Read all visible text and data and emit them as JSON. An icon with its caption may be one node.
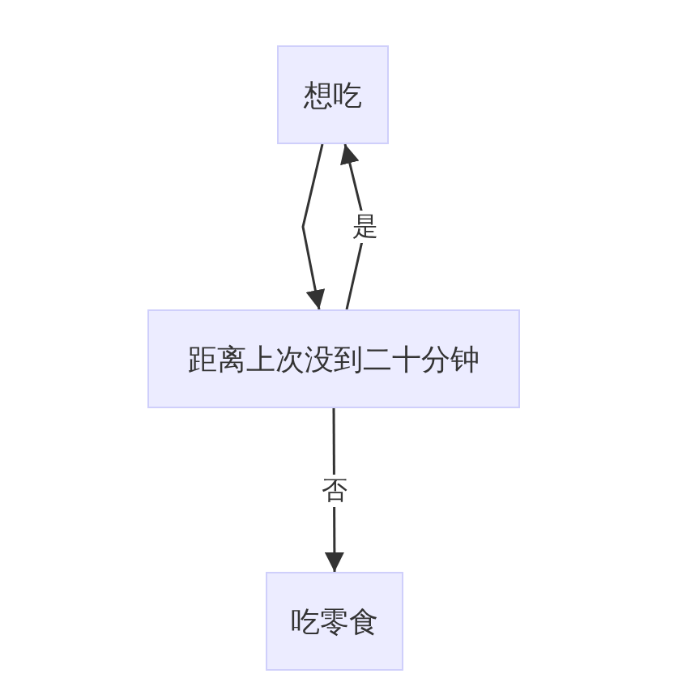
{
  "diagram": {
    "nodes": [
      {
        "text": [
          "想吃"
        ]
      },
      {
        "text": [
          "距离上次没到二十分钟"
        ]
      },
      {
        "text": [
          "吃零食"
        ]
      }
    ],
    "edges": [
      {
        "from": 0,
        "to": 1,
        "arrow": "to"
      },
      {
        "from": 1,
        "to": 0,
        "arrow": "to",
        "label": "是"
      },
      {
        "from": 1,
        "to": 2,
        "arrow": "to",
        "label": "否"
      }
    ]
  }
}
